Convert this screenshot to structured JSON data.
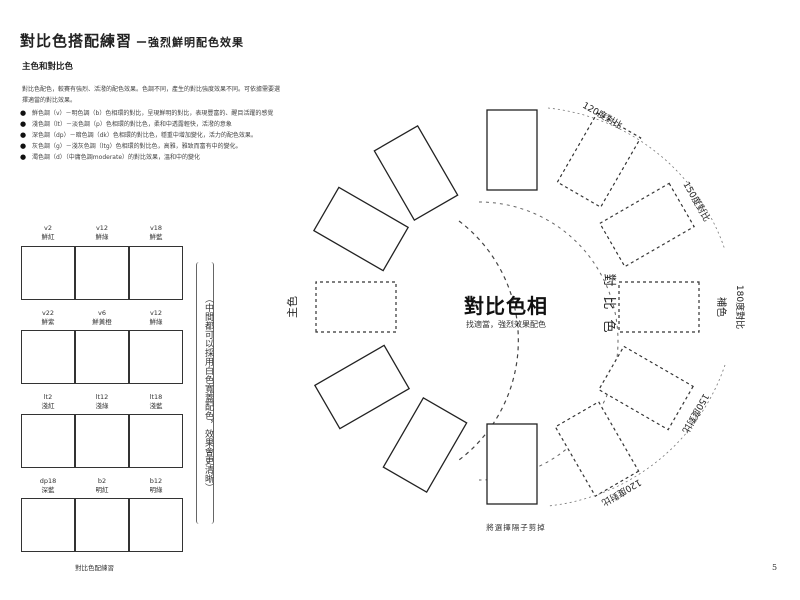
{
  "page": {
    "title": "對比色搭配練習",
    "subtitle": "ー強烈鮮明配色效果",
    "section_heading": "主色和對比色",
    "intro": "對比色配色，較賽有強烈、活潑的配色效果。色調不同，產生的對比強度效果不同。可依據需要選擇適當的對比效果。",
    "bullets": [
      "鮮色調（v）－明色調（b）色相環的對比，呈現鮮明的對比，表現豐富的、醒目活躍的感覺",
      "淺色調（lt）－淡色調（p）色相環的對比色，柔和中透露輕快，活潑的意象",
      "深色調（dp）－暗色調（dk）色相環的對比色，穩重中增加變化，活力的配色效果。",
      "灰色調（g）－淺灰色調（ltg）色相環的對比色，高雅，雅致而富有中的變化。",
      "濁色調（d）（中庸色調moderate）的對比效果，溫和中的變化"
    ],
    "caption": "對比色配練習",
    "page_number": "5",
    "vertical_note": "（中間都可以採用白色寬蓋配色，效果會更清晰）",
    "bottom_note": "將選擇隔子剪掉"
  },
  "grid": [
    {
      "code": "v2",
      "name": "鮮紅"
    },
    {
      "code": "v12",
      "name": "鮮綠"
    },
    {
      "code": "v18",
      "name": "鮮藍"
    },
    {
      "code": "v22",
      "name": "鮮紫"
    },
    {
      "code": "v6",
      "name": "鮮黃橙"
    },
    {
      "code": "v12",
      "name": "鮮綠"
    },
    {
      "code": "lt2",
      "name": "淺紅"
    },
    {
      "code": "lt12",
      "name": "淺綠"
    },
    {
      "code": "lt18",
      "name": "淺藍"
    },
    {
      "code": "dp18",
      "name": "深藍"
    },
    {
      "code": "b2",
      "name": "明紅"
    },
    {
      "code": "b12",
      "name": "明綠"
    }
  ],
  "wheel": {
    "center_title": "對比色相",
    "center_subtitle": "找適當，強烈效果配色",
    "main_label": "主色",
    "contrast_label": "對比色",
    "arc_labels": [
      "120度對比",
      "150度對比",
      "180度對比",
      "150度對比",
      "120度對比"
    ],
    "complement_label": "補色"
  }
}
